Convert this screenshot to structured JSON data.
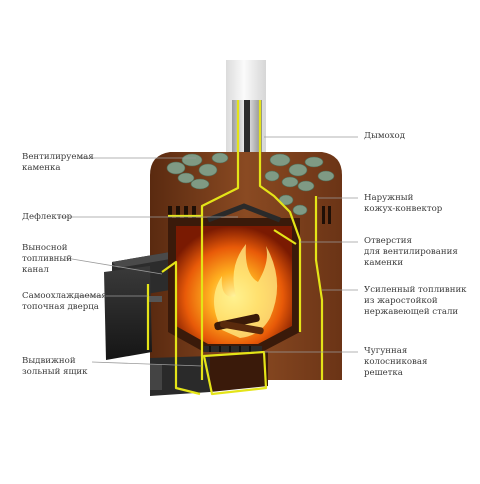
{
  "labels": {
    "chimney": "Дымоход",
    "heater_stones": "Вентилируемая\nкаменка",
    "outer_casing": "Наружный\nкожух-конвектор",
    "deflector": "Дефлектор",
    "vent_holes": "Отверстия\nдля вентилирования\nкаменки",
    "fuel_channel": "Выносной\nтопливный\nканал",
    "firebox": "Усиленный топливник\nиз жаростойкой\nнержавеющей стали",
    "door": "Самоохлаждаемая\nтопочная дверца",
    "ash_box": "Выдвижной\nзольный ящик",
    "grate": "Чугунная\nколосниковая\nрешетка"
  },
  "colors": {
    "body_brown": "#7a3e1c",
    "highlight_yellow": "#e4e418",
    "fire_orange": "#f07a10",
    "stones": "#7f9a84"
  }
}
